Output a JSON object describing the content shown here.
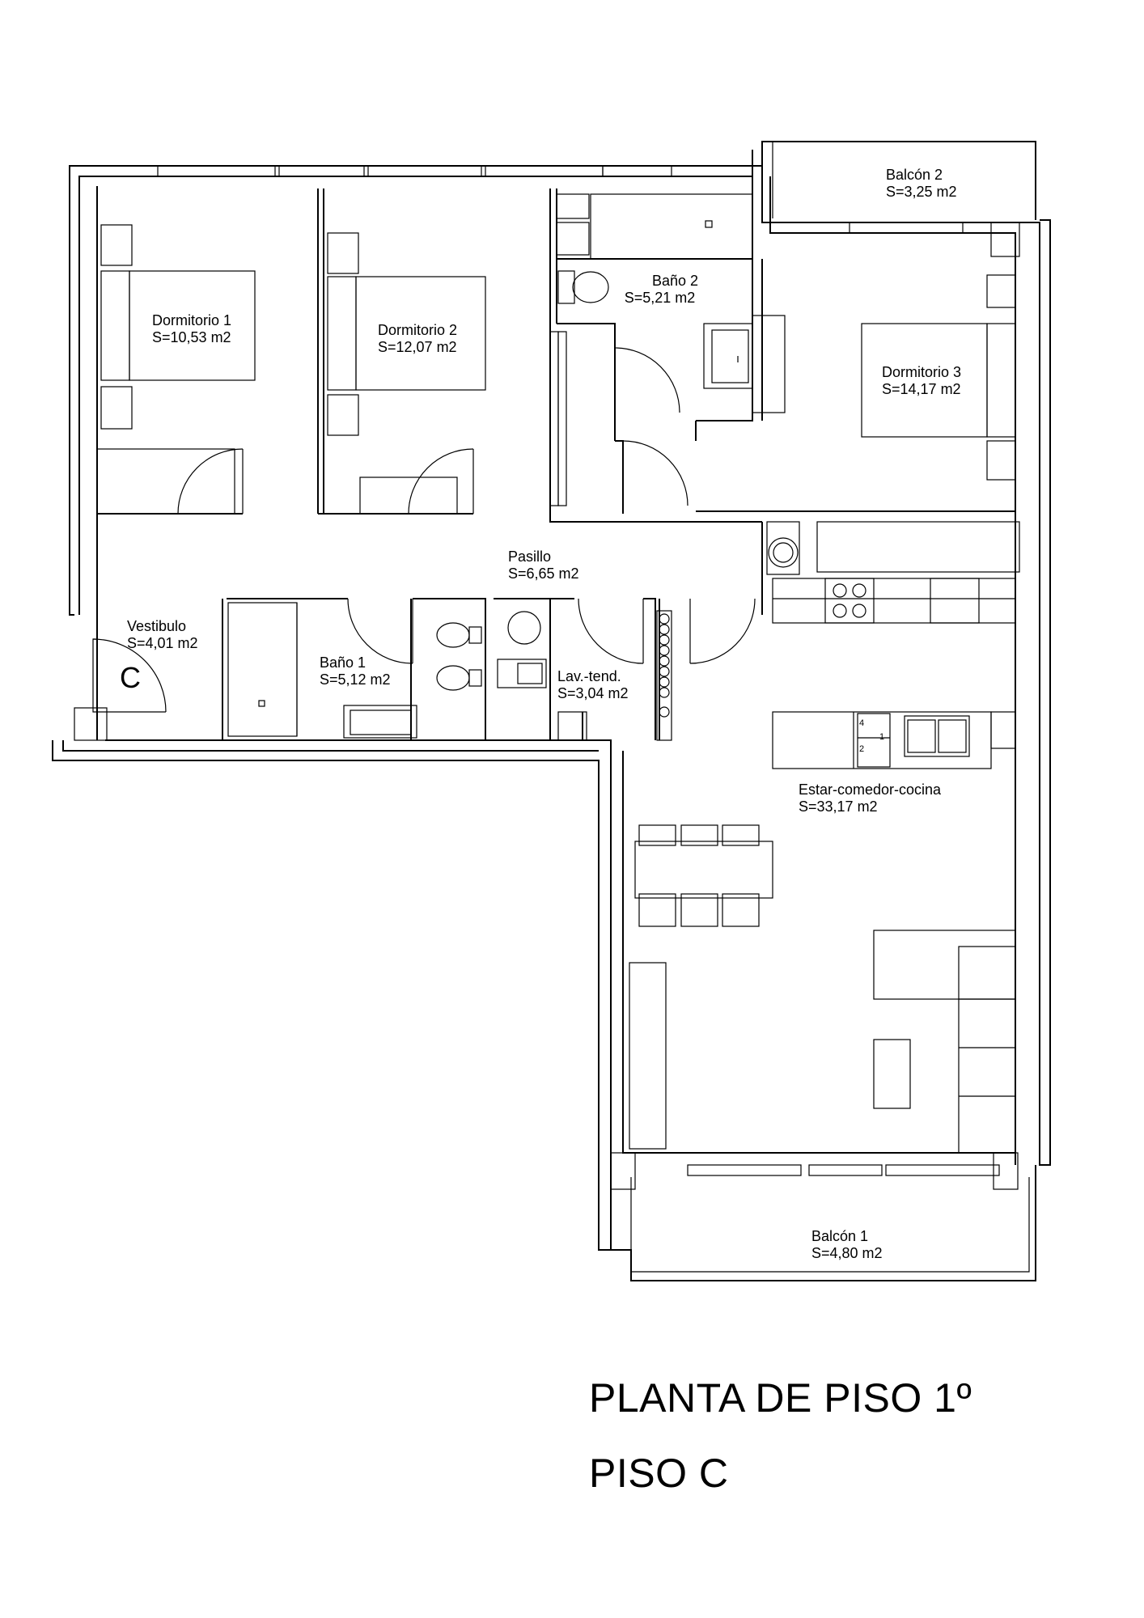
{
  "rooms": [
    {
      "id": "dorm1",
      "name": "Dormitorio 1",
      "area": "S=10,53 m2"
    },
    {
      "id": "dorm2",
      "name": "Dormitorio 2",
      "area": "S=12,07 m2"
    },
    {
      "id": "bano2",
      "name": "Baño 2",
      "area": "S=5,21 m2"
    },
    {
      "id": "balcon2",
      "name": "Balcón 2",
      "area": "S=3,25 m2"
    },
    {
      "id": "dorm3",
      "name": "Dormitorio 3",
      "area": "S=14,17 m2"
    },
    {
      "id": "pasillo",
      "name": "Pasillo",
      "area": "S=6,65 m2"
    },
    {
      "id": "vestibulo",
      "name": "Vestibulo",
      "area": "S=4,01 m2"
    },
    {
      "id": "bano1",
      "name": "Baño 1",
      "area": "S=5,12 m2"
    },
    {
      "id": "lav",
      "name": "Lav.-tend.",
      "area": "S=3,04 m2"
    },
    {
      "id": "estar",
      "name": "Estar-comedor-cocina",
      "area": "S=33,17 m2"
    },
    {
      "id": "balcon1",
      "name": "Balcón 1",
      "area": "S=4,80 m2"
    }
  ],
  "entrance_mark": "C",
  "burner_labels": [
    "4",
    "1",
    "2"
  ],
  "title": {
    "line1": "PLANTA DE PISO 1º",
    "line2": "PISO C"
  }
}
